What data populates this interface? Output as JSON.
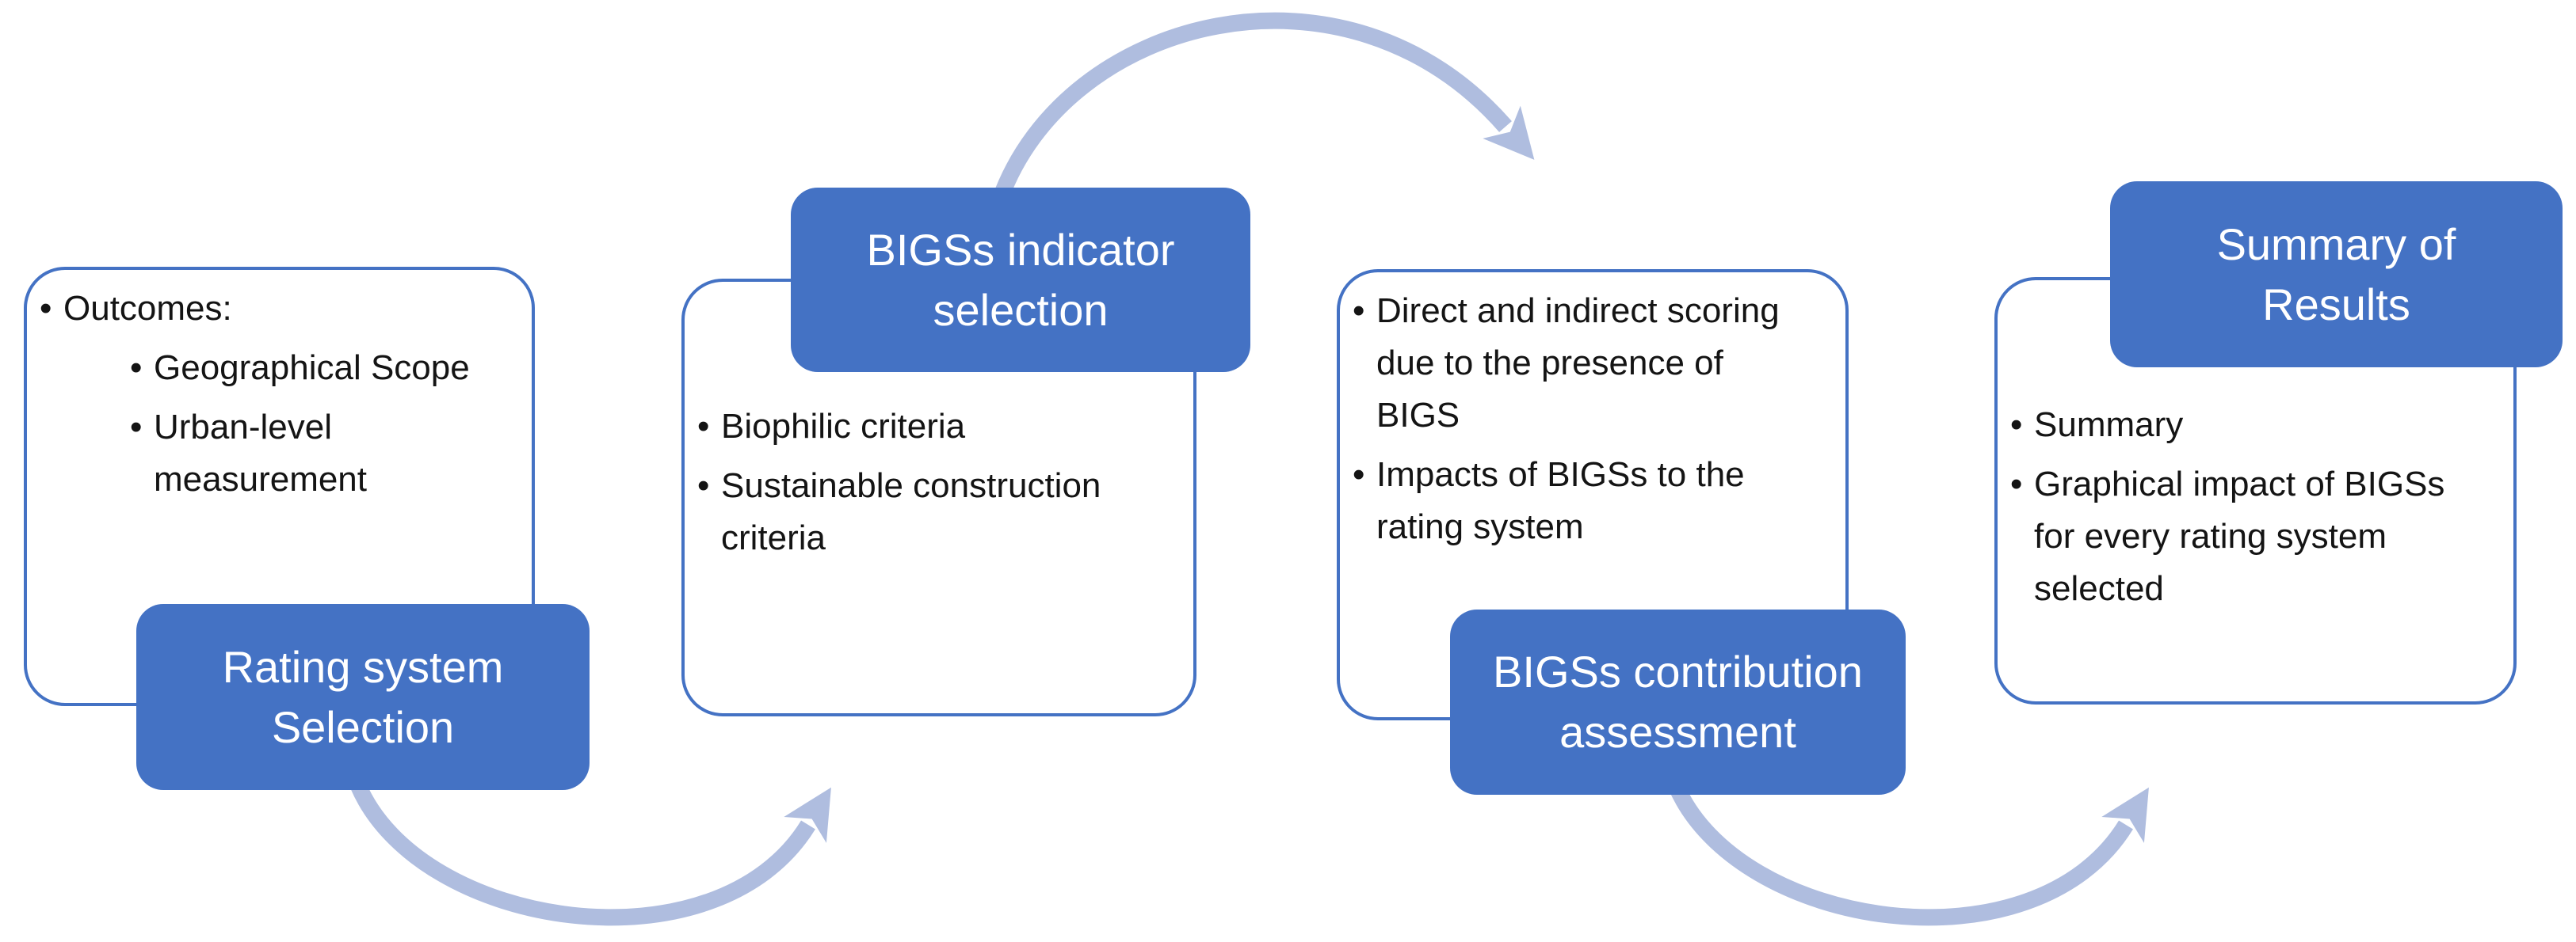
{
  "diagram": {
    "title": "BIGSs assessment methodology flow",
    "colors": {
      "stage_fill": "#4472C4",
      "stage_text": "#FFFFFF",
      "panel_border": "#4472C4",
      "panel_background": "#FFFFFF",
      "arrow": "#AFBDDF",
      "body_text": "#141414",
      "background": "#FFFFFF"
    },
    "stages": [
      {
        "title": "Rating system Selection",
        "title_lines": [
          "Rating system",
          "Selection"
        ],
        "title_position": "bottom",
        "bullets": [
          {
            "level": 1,
            "text": "Outcomes:"
          },
          {
            "level": 2,
            "text": "Geographical Scope"
          },
          {
            "level": 2,
            "text": "Urban-level\nmeasurement"
          }
        ]
      },
      {
        "title": "BIGSs indicator selection",
        "title_lines": [
          "BIGSs indicator",
          "selection"
        ],
        "title_position": "top",
        "bullets": [
          {
            "level": 1,
            "text": "Biophilic criteria"
          },
          {
            "level": 1,
            "text": "Sustainable construction\ncriteria"
          }
        ]
      },
      {
        "title": "BIGSs contribution assessment",
        "title_lines": [
          "BIGSs contribution",
          "assessment"
        ],
        "title_position": "bottom",
        "bullets": [
          {
            "level": 1,
            "text": "Direct and indirect scoring\ndue to the presence of\nBIGS"
          },
          {
            "level": 1,
            "text": "Impacts of BIGSs to the\nrating system"
          }
        ]
      },
      {
        "title": "Summary of Results",
        "title_lines": [
          "Summary of",
          "Results"
        ],
        "title_position": "top",
        "bullets": [
          {
            "level": 1,
            "text": "Summary"
          },
          {
            "level": 1,
            "text": "Graphical impact of BIGSs\nfor every rating system\nselected"
          }
        ]
      }
    ],
    "arrows": [
      {
        "from": "Rating system Selection",
        "to": "BIGSs indicator selection",
        "curve": "down"
      },
      {
        "from": "BIGSs indicator selection",
        "to": "BIGSs contribution assessment",
        "curve": "up"
      },
      {
        "from": "BIGSs contribution assessment",
        "to": "Summary of Results",
        "curve": "down"
      }
    ]
  }
}
